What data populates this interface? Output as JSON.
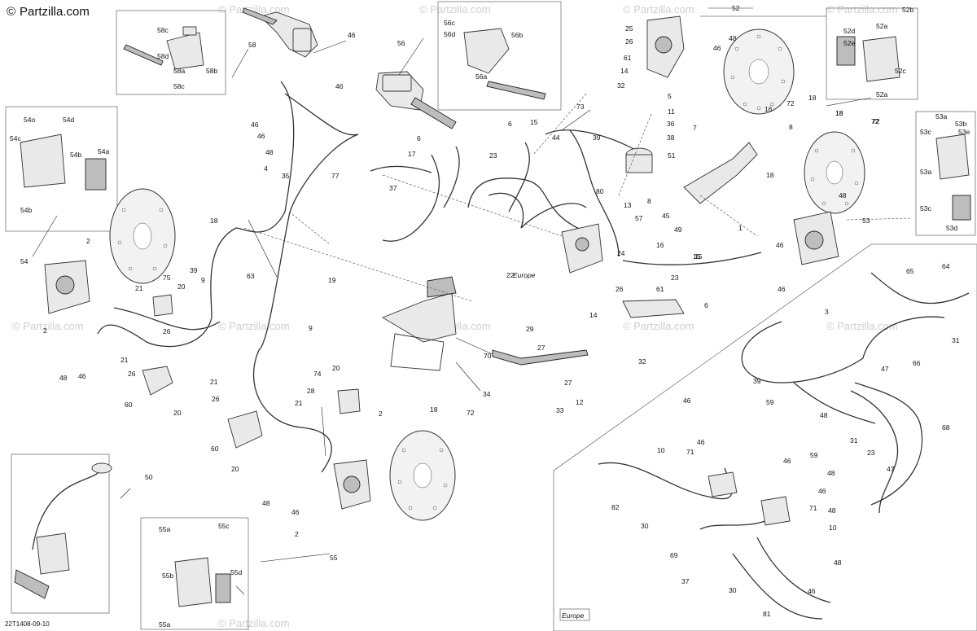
{
  "brand": {
    "symbol": "©",
    "name": "Partzilla.com"
  },
  "watermarks": [
    "© Partzilla.com",
    "© Partzilla.com",
    "© Partzilla.com",
    "© Partzilla.com",
    "© Partzilla.com",
    "© Partzilla.com",
    "© Partzilla.com",
    "© Partzilla.com",
    "© Partzilla.com",
    "© Partzilla.com"
  ],
  "diagram_ref": "22T1408-09-10",
  "region_labels": {
    "europe_1": "Europe",
    "europe_2": "Europe"
  },
  "callouts": [
    {
      "id": "58",
      "t": "58"
    },
    {
      "id": "46a",
      "t": "46"
    },
    {
      "id": "58c",
      "t": "58c"
    },
    {
      "id": "58d",
      "t": "58d"
    },
    {
      "id": "58a",
      "t": "58a"
    },
    {
      "id": "58b",
      "t": "58b"
    },
    {
      "id": "58c2",
      "t": "58c"
    },
    {
      "id": "56",
      "t": "56"
    },
    {
      "id": "56c",
      "t": "56c"
    },
    {
      "id": "56d",
      "t": "56d"
    },
    {
      "id": "56b",
      "t": "56b"
    },
    {
      "id": "56a",
      "t": "56a"
    },
    {
      "id": "73",
      "t": "73"
    },
    {
      "id": "25",
      "t": "25"
    },
    {
      "id": "26a",
      "t": "26"
    },
    {
      "id": "61a",
      "t": "61"
    },
    {
      "id": "14a",
      "t": "14"
    },
    {
      "id": "32a",
      "t": "32"
    },
    {
      "id": "52",
      "t": "52"
    },
    {
      "id": "48a",
      "t": "48"
    },
    {
      "id": "46b",
      "t": "46"
    },
    {
      "id": "72a",
      "t": "72"
    },
    {
      "id": "18a",
      "t": "18"
    },
    {
      "id": "52b",
      "t": "52b"
    },
    {
      "id": "52d",
      "t": "52d"
    },
    {
      "id": "52a",
      "t": "52a"
    },
    {
      "id": "52e",
      "t": "52e"
    },
    {
      "id": "52c",
      "t": "52c"
    },
    {
      "id": "52a2",
      "t": "52a"
    },
    {
      "id": "54o",
      "t": "54o"
    },
    {
      "id": "54d",
      "t": "54d"
    },
    {
      "id": "54c",
      "t": "54c"
    },
    {
      "id": "54b",
      "t": "54b"
    },
    {
      "id": "54a",
      "t": "54a"
    },
    {
      "id": "54b2",
      "t": "54b"
    },
    {
      "id": "46c",
      "t": "46"
    },
    {
      "id": "46d",
      "t": "46"
    },
    {
      "id": "46e",
      "t": "46"
    },
    {
      "id": "48b",
      "t": "48"
    },
    {
      "id": "4",
      "t": "4"
    },
    {
      "id": "35",
      "t": "35"
    },
    {
      "id": "77",
      "t": "77"
    },
    {
      "id": "37",
      "t": "37"
    },
    {
      "id": "6",
      "t": "6"
    },
    {
      "id": "17",
      "t": "17"
    },
    {
      "id": "15a",
      "t": "15"
    },
    {
      "id": "44",
      "t": "44"
    },
    {
      "id": "23a",
      "t": "23"
    },
    {
      "id": "6b",
      "t": "6"
    },
    {
      "id": "5",
      "t": "5"
    },
    {
      "id": "11",
      "t": "11"
    },
    {
      "id": "36",
      "t": "36"
    },
    {
      "id": "38",
      "t": "38"
    },
    {
      "id": "39a",
      "t": "39"
    },
    {
      "id": "51",
      "t": "51"
    },
    {
      "id": "80",
      "t": "80"
    },
    {
      "id": "13",
      "t": "13"
    },
    {
      "id": "7",
      "t": "7"
    },
    {
      "id": "16a",
      "t": "16"
    },
    {
      "id": "8a",
      "t": "8"
    },
    {
      "id": "18b",
      "t": "18"
    },
    {
      "id": "72b",
      "t": "72"
    },
    {
      "id": "8b",
      "t": "8"
    },
    {
      "id": "45",
      "t": "45"
    },
    {
      "id": "18c",
      "t": "18"
    },
    {
      "id": "53",
      "t": "53"
    },
    {
      "id": "53a",
      "t": "53a"
    },
    {
      "id": "53b",
      "t": "53b"
    },
    {
      "id": "53c",
      "t": "53c"
    },
    {
      "id": "53a2",
      "t": "53a"
    },
    {
      "id": "53e",
      "t": "53e"
    },
    {
      "id": "53c2",
      "t": "53c"
    },
    {
      "id": "53d",
      "t": "53d"
    },
    {
      "id": "72c",
      "t": "72"
    },
    {
      "id": "18d",
      "t": "18"
    },
    {
      "id": "15b",
      "t": "15"
    },
    {
      "id": "46f",
      "t": "46"
    },
    {
      "id": "57",
      "t": "57"
    },
    {
      "id": "16b",
      "t": "16"
    },
    {
      "id": "49",
      "t": "49"
    },
    {
      "id": "1",
      "t": "1"
    },
    {
      "id": "48c",
      "t": "48"
    },
    {
      "id": "46g",
      "t": "46"
    },
    {
      "id": "15c",
      "t": "15"
    },
    {
      "id": "22",
      "t": "22"
    },
    {
      "id": "24",
      "t": "24"
    },
    {
      "id": "26b",
      "t": "26"
    },
    {
      "id": "23b",
      "t": "23"
    },
    {
      "id": "61b",
      "t": "61"
    },
    {
      "id": "6c",
      "t": "6"
    },
    {
      "id": "14b",
      "t": "14"
    },
    {
      "id": "32b",
      "t": "32"
    },
    {
      "id": "54",
      "t": "54"
    },
    {
      "id": "2a",
      "t": "2"
    },
    {
      "id": "18e",
      "t": "18"
    },
    {
      "id": "39b",
      "t": "39"
    },
    {
      "id": "9a",
      "t": "9"
    },
    {
      "id": "75",
      "t": "75"
    },
    {
      "id": "21a",
      "t": "21"
    },
    {
      "id": "20a",
      "t": "20"
    },
    {
      "id": "26c",
      "t": "26"
    },
    {
      "id": "2b",
      "t": "2"
    },
    {
      "id": "21b",
      "t": "21"
    },
    {
      "id": "48d",
      "t": "48"
    },
    {
      "id": "46h",
      "t": "46"
    },
    {
      "id": "26d",
      "t": "26"
    },
    {
      "id": "60a",
      "t": "60"
    },
    {
      "id": "20b",
      "t": "20"
    },
    {
      "id": "63",
      "t": "63"
    },
    {
      "id": "19",
      "t": "19"
    },
    {
      "id": "9b",
      "t": "9"
    },
    {
      "id": "21c",
      "t": "21"
    },
    {
      "id": "26e",
      "t": "26"
    },
    {
      "id": "60b",
      "t": "60"
    },
    {
      "id": "20c",
      "t": "20"
    },
    {
      "id": "74",
      "t": "74"
    },
    {
      "id": "28",
      "t": "28"
    },
    {
      "id": "21d",
      "t": "21"
    },
    {
      "id": "20d",
      "t": "20"
    },
    {
      "id": "29",
      "t": "29"
    },
    {
      "id": "27a",
      "t": "27"
    },
    {
      "id": "70",
      "t": "70"
    },
    {
      "id": "27b",
      "t": "27"
    },
    {
      "id": "12",
      "t": "12"
    },
    {
      "id": "34",
      "t": "34"
    },
    {
      "id": "33",
      "t": "33"
    },
    {
      "id": "2c",
      "t": "2"
    },
    {
      "id": "18f",
      "t": "18"
    },
    {
      "id": "72d",
      "t": "72"
    },
    {
      "id": "48e",
      "t": "48"
    },
    {
      "id": "46i",
      "t": "46"
    },
    {
      "id": "2d",
      "t": "2"
    },
    {
      "id": "50",
      "t": "50"
    },
    {
      "id": "55a",
      "t": "55a"
    },
    {
      "id": "55c",
      "t": "55c"
    },
    {
      "id": "55b",
      "t": "55b"
    },
    {
      "id": "55d",
      "t": "55d"
    },
    {
      "id": "55a2",
      "t": "55a"
    },
    {
      "id": "55",
      "t": "55"
    },
    {
      "id": "65",
      "t": "65"
    },
    {
      "id": "64",
      "t": "64"
    },
    {
      "id": "3",
      "t": "3"
    },
    {
      "id": "31a",
      "t": "31"
    },
    {
      "id": "39c",
      "t": "39"
    },
    {
      "id": "47a",
      "t": "47"
    },
    {
      "id": "66",
      "t": "66"
    },
    {
      "id": "46j",
      "t": "46"
    },
    {
      "id": "59a",
      "t": "59"
    },
    {
      "id": "48f",
      "t": "48"
    },
    {
      "id": "31b",
      "t": "31"
    },
    {
      "id": "68",
      "t": "68"
    },
    {
      "id": "59b",
      "t": "59"
    },
    {
      "id": "10a",
      "t": "10"
    },
    {
      "id": "71a",
      "t": "71"
    },
    {
      "id": "46k",
      "t": "46"
    },
    {
      "id": "46l",
      "t": "46"
    },
    {
      "id": "48g",
      "t": "48"
    },
    {
      "id": "46m",
      "t": "46"
    },
    {
      "id": "23c",
      "t": "23"
    },
    {
      "id": "47b",
      "t": "47"
    },
    {
      "id": "48h",
      "t": "48"
    },
    {
      "id": "82",
      "t": "82"
    },
    {
      "id": "30a",
      "t": "30"
    },
    {
      "id": "71b",
      "t": "71"
    },
    {
      "id": "10b",
      "t": "10"
    },
    {
      "id": "69",
      "t": "69"
    },
    {
      "id": "48i",
      "t": "48"
    },
    {
      "id": "37b",
      "t": "37"
    },
    {
      "id": "30b",
      "t": "30"
    },
    {
      "id": "46n",
      "t": "46"
    },
    {
      "id": "81",
      "t": "81"
    }
  ]
}
